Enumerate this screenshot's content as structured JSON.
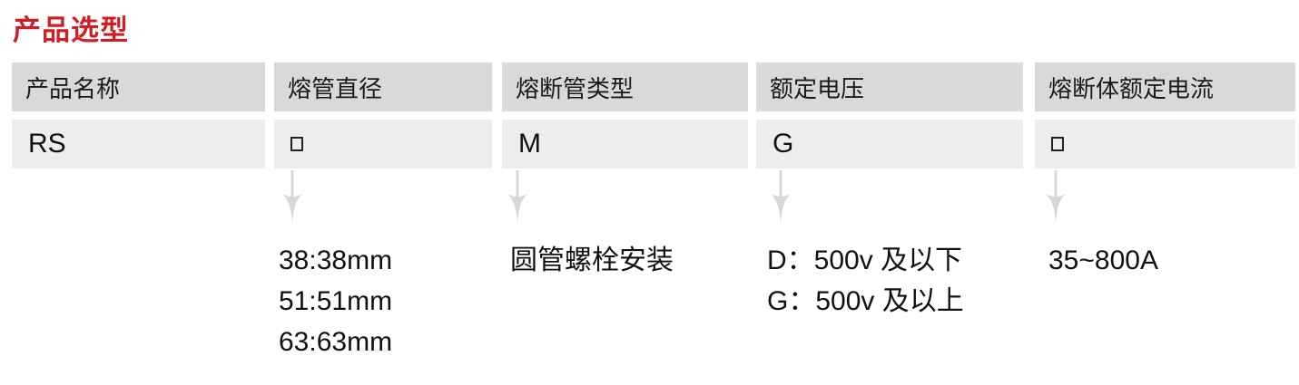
{
  "page": {
    "title": "产品选型"
  },
  "colors": {
    "title_red": "#cc2026",
    "header_bg": "#d9d9d9",
    "value_bg": "#ededed",
    "arrow_gray": "#d8d8d8",
    "text": "#1a1a1a"
  },
  "table": {
    "columns": [
      {
        "header": "产品名称",
        "value": "RS",
        "options": []
      },
      {
        "header": "熔管直径",
        "value": "□",
        "options": [
          "38:38mm",
          "51:51mm",
          "63:63mm"
        ]
      },
      {
        "header": "熔断管类型",
        "value": "M",
        "options": [
          "圆管螺栓安装"
        ]
      },
      {
        "header": "额定电压",
        "value": "G",
        "options": [
          "D：500v 及以下",
          "G：500v 及以上"
        ]
      },
      {
        "header": "熔断体额定电流",
        "value": "□",
        "options": [
          "35~800A"
        ]
      }
    ]
  }
}
